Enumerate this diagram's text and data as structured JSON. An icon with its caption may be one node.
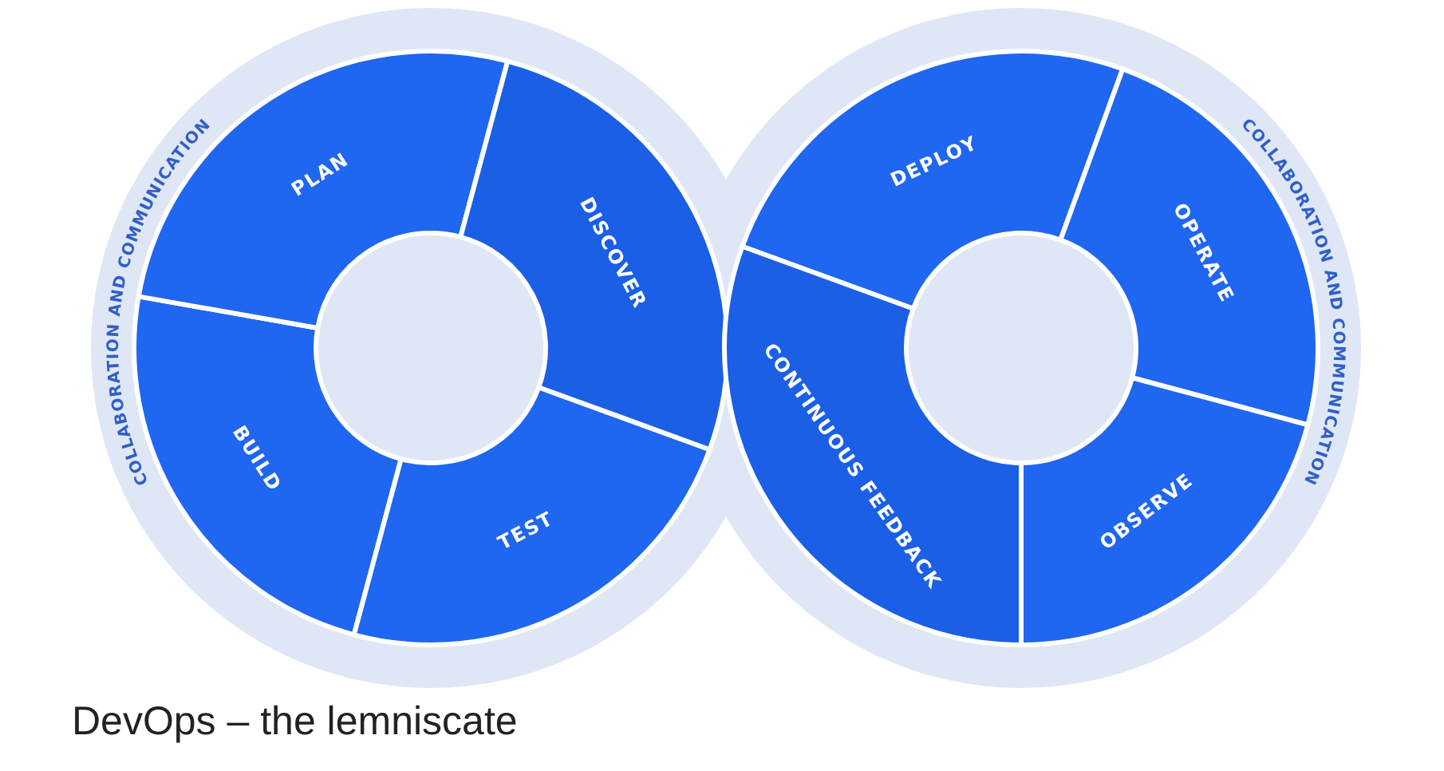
{
  "diagram": {
    "caption": "DevOps – the lemniscate",
    "nodes": [
      {
        "text": [
          "PLAN"
        ]
      },
      {
        "text": [
          "DISCOVER"
        ]
      },
      {
        "text": [
          "DEPLOY"
        ]
      },
      {
        "text": [
          "OPERATE"
        ]
      },
      {
        "text": [
          "BUILD"
        ]
      },
      {
        "text": [
          "TEST"
        ]
      },
      {
        "text": [
          "CONTINUOUS FEEDBACK"
        ]
      },
      {
        "text": [
          "OBSERVE"
        ]
      }
    ],
    "labels": [
      "COLLABORATION AND COMMUNICATION",
      "COLLABORATION AND COMMUNICATION"
    ]
  }
}
